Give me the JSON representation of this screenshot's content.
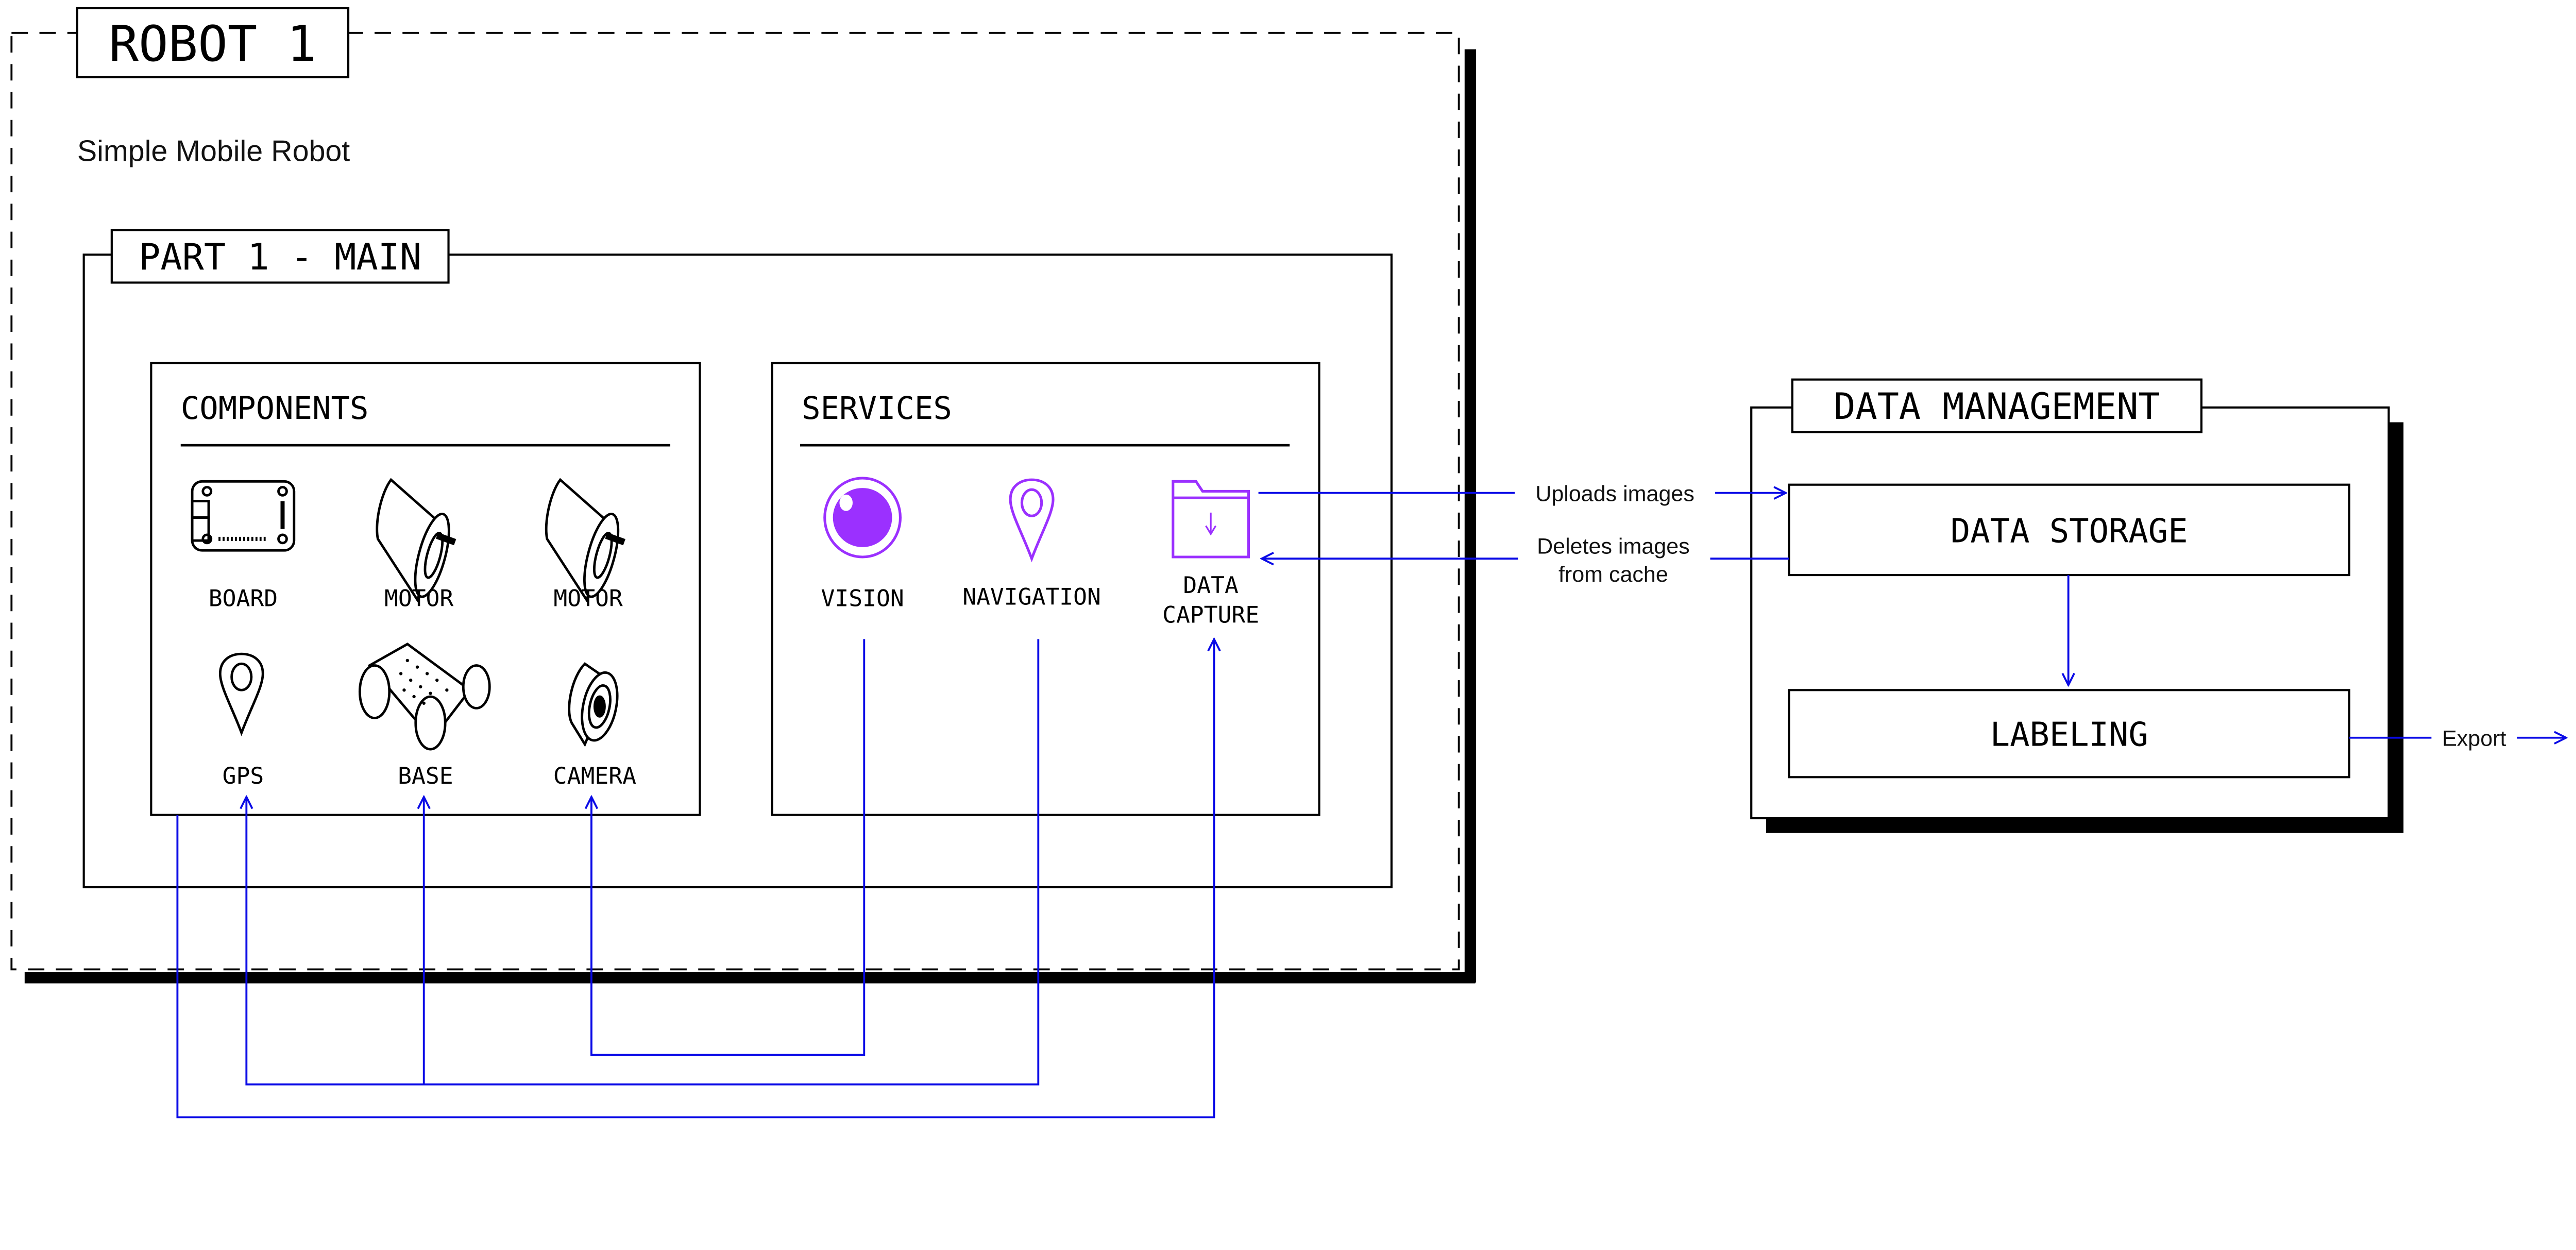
{
  "robot": {
    "title": "ROBOT 1",
    "subtitle": "Simple Mobile Robot",
    "part": {
      "title": "PART 1 - MAIN",
      "components": {
        "heading": "COMPONENTS",
        "items": [
          {
            "label": "BOARD",
            "icon": "board-icon"
          },
          {
            "label": "MOTOR",
            "icon": "motor-icon"
          },
          {
            "label": "MOTOR",
            "icon": "motor-icon"
          },
          {
            "label": "GPS",
            "icon": "map-pin-icon"
          },
          {
            "label": "BASE",
            "icon": "base-icon"
          },
          {
            "label": "CAMERA",
            "icon": "camera-icon"
          }
        ]
      },
      "services": {
        "heading": "SERVICES",
        "items": [
          {
            "label": "VISION",
            "icon": "eye-icon"
          },
          {
            "label": "NAVIGATION",
            "icon": "map-pin-icon"
          },
          {
            "label_line1": "DATA",
            "label_line2": "CAPTURE",
            "icon": "folder-download-icon"
          }
        ]
      }
    }
  },
  "data_management": {
    "title": "DATA MANAGEMENT",
    "storage": "DATA STORAGE",
    "labeling": "LABELING"
  },
  "flows": {
    "upload": "Uploads images",
    "delete_line1": "Deletes images",
    "delete_line2": "from cache",
    "export": "Export"
  },
  "colors": {
    "accent": "#9b30ff",
    "flow": "#0a0ae6",
    "ink": "#000000"
  }
}
